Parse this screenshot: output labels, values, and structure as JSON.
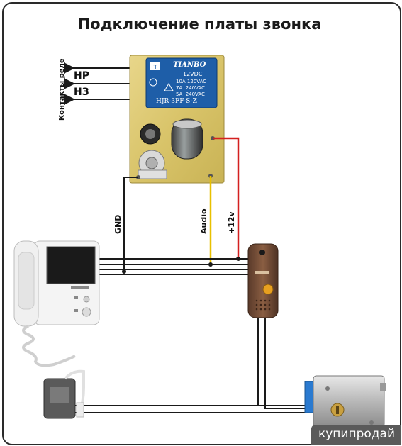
{
  "title": "Подключение платы звонка",
  "relay": {
    "brand": "TIANBO",
    "voltage": "12VDC",
    "rating1": "10A 120VAC",
    "rating2": "7A  240VAC",
    "rating3": "5A  240VAC",
    "model": "HJR-3FF-S-Z"
  },
  "labels": {
    "relay_contacts": "Контакты реле",
    "no": "НР",
    "nc": "НЗ",
    "gnd": "GND",
    "audio": "Audio",
    "plus12": "+12v"
  },
  "colors": {
    "audio_wire": "#e8c000",
    "power_wire": "#d42020",
    "wire": "#1a1a1a"
  },
  "watermark": "купипродай"
}
